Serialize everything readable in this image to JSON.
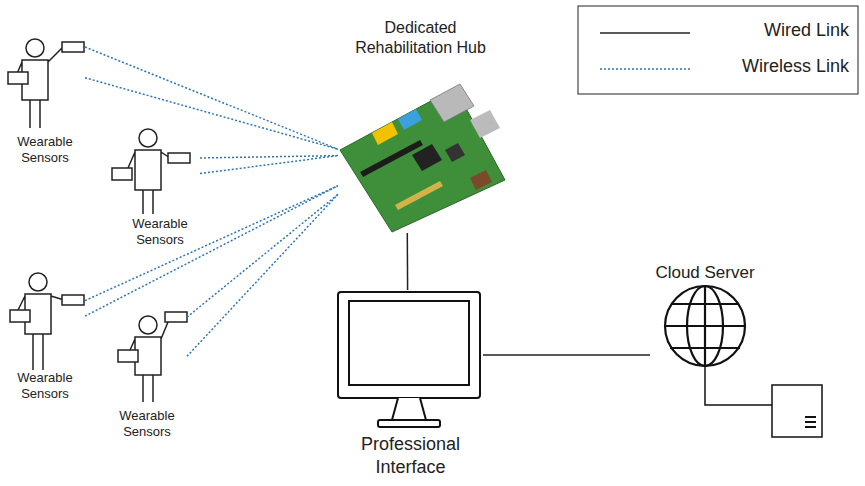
{
  "diagram": {
    "nodes": [
      {
        "text": [
          "Wearable Sensors"
        ]
      },
      {
        "text": [
          "Wearable Sensors"
        ]
      },
      {
        "text": [
          "Wearable Sensors"
        ]
      },
      {
        "text": [
          "Wearable Sensors"
        ]
      },
      {
        "text": [
          "Dedicated Rehabilitation Hub"
        ]
      },
      {
        "text": [
          "Professional Interface"
        ]
      },
      {
        "text": [
          "Cloud Server"
        ]
      }
    ],
    "edges": [
      {
        "from": 0,
        "to": 4,
        "arrow": "none"
      },
      {
        "from": 1,
        "to": 4,
        "arrow": "none"
      },
      {
        "from": 2,
        "to": 4,
        "arrow": "none"
      },
      {
        "from": 3,
        "to": 4,
        "arrow": "none"
      },
      {
        "from": 4,
        "to": 5,
        "arrow": "none"
      },
      {
        "from": 5,
        "to": 6,
        "arrow": "none"
      }
    ],
    "legend": [
      {
        "text": "Wired Link"
      },
      {
        "text": "Wireless Link"
      }
    ]
  }
}
